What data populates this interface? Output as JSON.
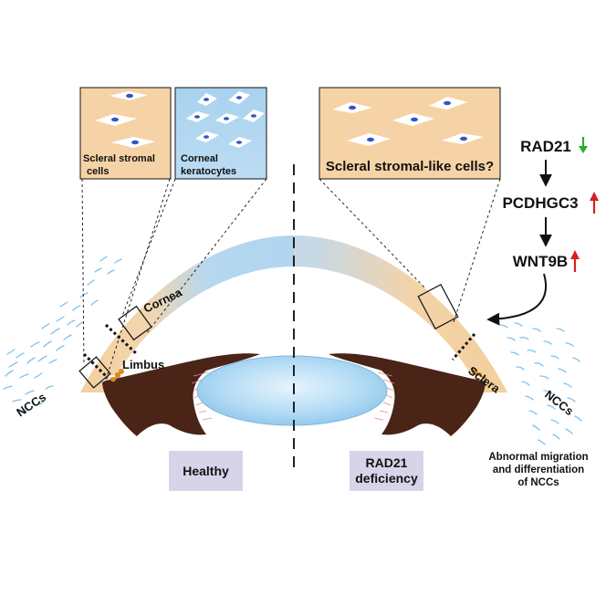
{
  "figure": {
    "healthy_panel": {
      "scleral_box_label_line1": "Scleral stromal",
      "scleral_box_label_line2": "cells",
      "corneal_box_label_line1": "Corneal",
      "corneal_box_label_line2": "keratocytes",
      "cornea_label": "Cornea",
      "limbus_label": "Limbus",
      "nccs_label": "NCCs",
      "condition_label": "Healthy"
    },
    "deficient_panel": {
      "box_label": "Scleral stromal-like cells?",
      "sclera_label": "Sclera",
      "nccs_label": "NCCs",
      "condition_label_line1": "RAD21",
      "condition_label_line2": "deficiency",
      "note_line1": "Abnormal migration",
      "note_line2": "and differentiation",
      "note_line3": "of NCCs"
    },
    "pathway": {
      "gene1": "RAD21",
      "gene1_change": "down",
      "gene2": "PCDHGC3",
      "gene2_change": "up",
      "gene3": "WNT9B",
      "gene3_change": "up"
    },
    "colors": {
      "sclera": "#f5d3a4",
      "cornea": "#a9d2ec",
      "iris": "#4a2416",
      "lens": "#a8d6f2",
      "label_box": "#d7d4ea",
      "up_arrow": "#d81f1f",
      "down_arrow": "#27b024",
      "nucleus": "#3055c8"
    }
  }
}
